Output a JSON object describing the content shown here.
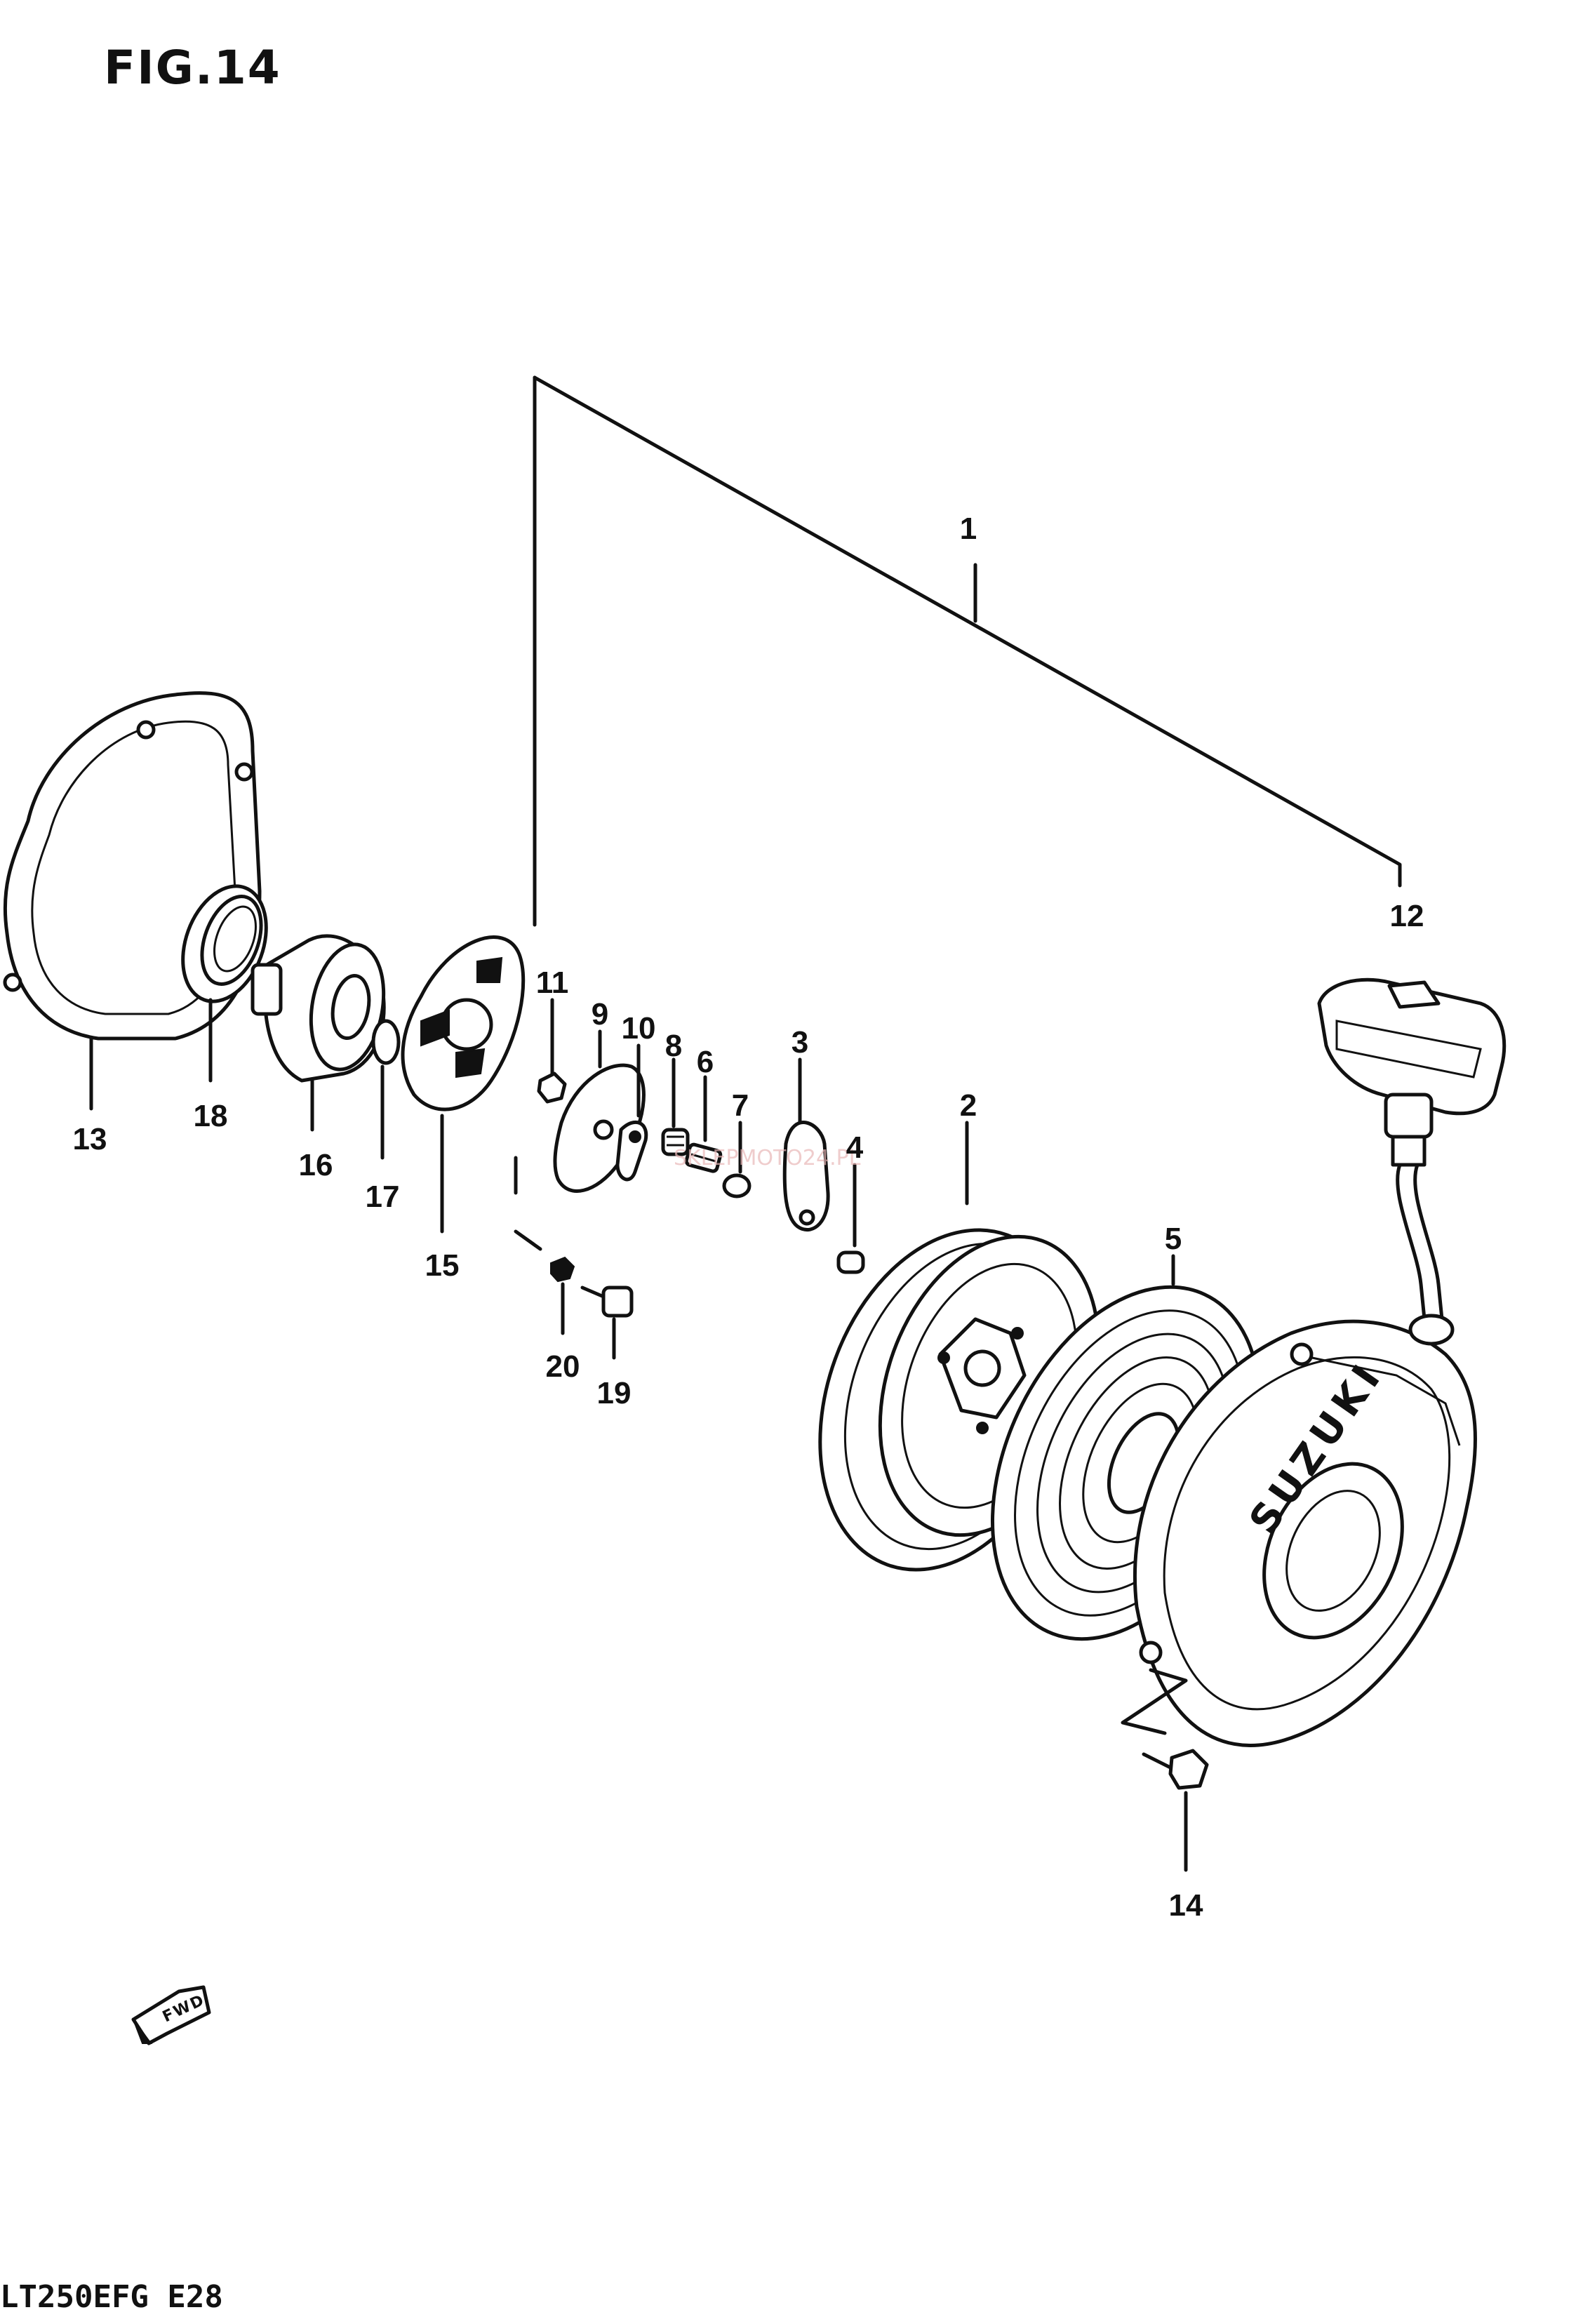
{
  "figure": {
    "title": "FIG.14",
    "model_code": "LT250EFG E28",
    "watermark": "SKLEPMOTO24.PL"
  },
  "cover_marking": "SUZUKI",
  "fwd_arrow_text": "FWD",
  "callouts": [
    "1",
    "2",
    "3",
    "4",
    "5",
    "6",
    "7",
    "8",
    "9",
    "10",
    "11",
    "12",
    "13",
    "14",
    "15",
    "16",
    "17",
    "18",
    "19",
    "20"
  ],
  "icons": {
    "forward_arrow": "fwd-arrow-icon"
  }
}
